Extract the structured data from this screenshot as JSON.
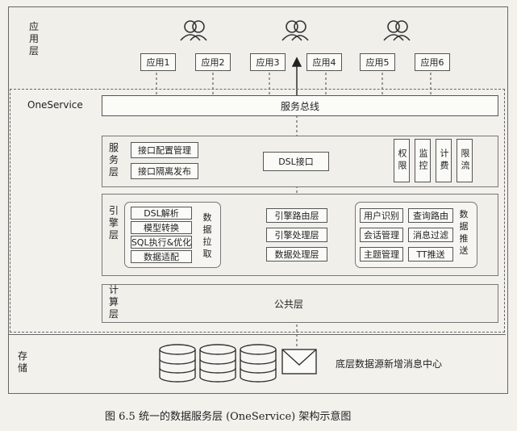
{
  "layers": {
    "app": "应用层",
    "oneservice": "OneService",
    "service": "服务层",
    "engine": "引擎层",
    "compute": "计算层",
    "storage": "存储"
  },
  "apps": [
    "应用1",
    "应用2",
    "应用3",
    "应用4",
    "应用5",
    "应用6"
  ],
  "service_bus": "服务总线",
  "service_left": [
    "接口配置管理",
    "接口隔离发布"
  ],
  "dsl_interface": "DSL接口",
  "service_right": [
    "权限",
    "监控",
    "计费",
    "限流"
  ],
  "engine_left": [
    "DSL解析",
    "模型转换",
    "SQL执行&优化",
    "数据适配"
  ],
  "data_pull": "数据拉取",
  "engine_mid": [
    "引擎路由层",
    "引擎处理层",
    "数据处理层"
  ],
  "engine_right": [
    "用户识别",
    "查询路由",
    "会话管理",
    "消息过滤",
    "主题管理",
    "TT推送"
  ],
  "data_push": "数据推送",
  "compute_label": "公共层",
  "storage_label": "底层数据源新增消息中心",
  "caption": "图 6.5   统一的数据服务层 (OneService) 架构示意图"
}
